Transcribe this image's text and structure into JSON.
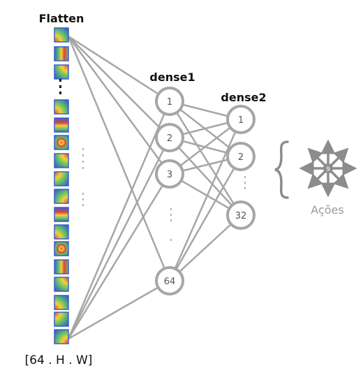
{
  "labels": {
    "flatten": "Flatten",
    "dense1": "dense1",
    "dense2": "dense2",
    "shape": "[64 . H . W]",
    "actions": "Ações",
    "action_center": "9"
  },
  "dense1_nodes": [
    "1",
    "2",
    "3",
    "64"
  ],
  "dense2_nodes": [
    "1",
    "2",
    "32"
  ],
  "colors": {
    "line": "#a6a6a6",
    "node_stroke": "#a6a6a6",
    "dots": "#b0b0b0",
    "actions_icon": "#8c8c8c"
  },
  "feature_maps": {
    "top": [
      "corner-bl",
      "bars-v",
      "corner-tr",
      "dots",
      "corner-bl",
      "bars-h",
      "ring",
      "corner-tr",
      "corner-tl",
      "corner-br",
      "bars-h",
      "corner-bl",
      "ring",
      "bars-v",
      "corner-tr",
      "corner-bl",
      "corner-tl",
      "corner-br"
    ]
  },
  "icons": {
    "brace": "left-brace",
    "actions": "eight-direction-arrows-icon"
  }
}
